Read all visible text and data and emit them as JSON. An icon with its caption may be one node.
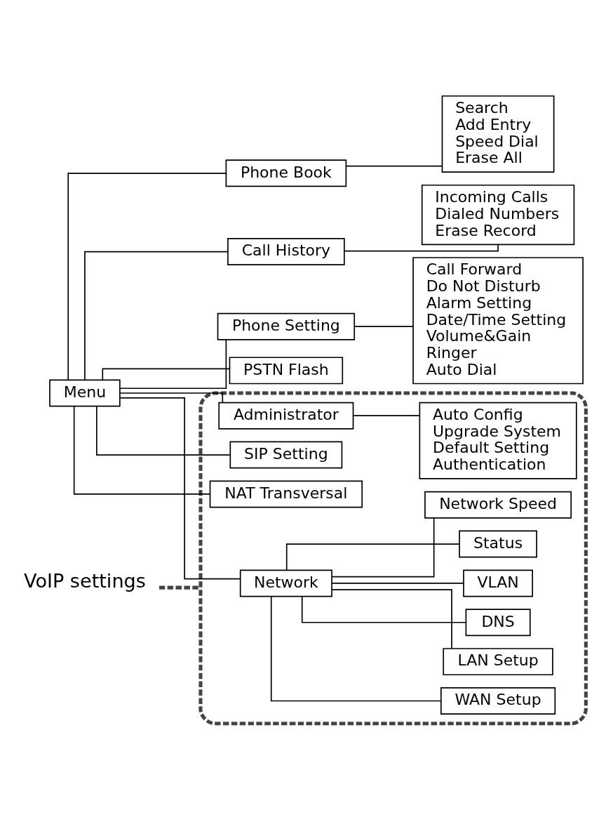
{
  "diagram": {
    "nodes": [
      {
        "text": [
          "Menu"
        ]
      },
      {
        "text": [
          "Phone Book"
        ]
      },
      {
        "text": [
          "Search",
          "Add Entry",
          "Speed Dial",
          "Erase All"
        ]
      },
      {
        "text": [
          "Call History"
        ]
      },
      {
        "text": [
          "Incoming Calls",
          "Dialed Numbers",
          "Erase Record"
        ]
      },
      {
        "text": [
          "Phone Setting"
        ]
      },
      {
        "text": [
          "Call Forward",
          "Do Not Disturb",
          "Alarm Setting",
          "Date/Time Setting",
          "Volume&Gain",
          "Ringer",
          "Auto Dial"
        ]
      },
      {
        "text": [],
        "shape": "box"
      },
      {
        "text": [
          "Network"
        ],
        "in": 7
      },
      {
        "text": [
          "WAN Setup"
        ],
        "in": 7
      },
      {
        "text": [
          "LAN Setup"
        ],
        "in": 7
      },
      {
        "text": [
          "DNS"
        ],
        "in": 7
      },
      {
        "text": [
          "VLAN"
        ],
        "in": 7
      },
      {
        "text": [
          "Status"
        ],
        "in": 7
      },
      {
        "text": [
          "Network Speed"
        ],
        "in": 7
      },
      {
        "text": [
          "SIP Setting"
        ],
        "in": 7
      },
      {
        "text": [
          "NAT Transversal"
        ],
        "in": 7
      },
      {
        "text": [
          "Administrator"
        ],
        "in": 7
      },
      {
        "text": [
          "Auto Config",
          "Upgrade System",
          "Default Setting",
          "Authentication"
        ],
        "in": 7
      },
      {
        "text": [
          "VoIP settings"
        ]
      },
      {
        "text": [
          "PSTN Flash"
        ]
      }
    ],
    "edges": [
      {
        "from": 0,
        "to": 1,
        "arrow": "none"
      },
      {
        "from": 0,
        "to": 3,
        "arrow": "none"
      },
      {
        "from": 0,
        "to": 5,
        "arrow": "none"
      },
      {
        "from": 0,
        "to": 8,
        "arrow": "none"
      },
      {
        "from": 0,
        "to": 15,
        "arrow": "none"
      },
      {
        "from": 0,
        "to": 16,
        "arrow": "none"
      },
      {
        "from": 0,
        "to": 17,
        "arrow": "none"
      },
      {
        "from": 0,
        "to": 20,
        "arrow": "none"
      },
      {
        "from": 1,
        "to": 2,
        "arrow": "none"
      },
      {
        "from": 3,
        "to": 4,
        "arrow": "none"
      },
      {
        "from": 5,
        "to": 6,
        "arrow": "none"
      },
      {
        "from": 8,
        "to": 9,
        "arrow": "none"
      },
      {
        "from": 8,
        "to": 10,
        "arrow": "none"
      },
      {
        "from": 8,
        "to": 11,
        "arrow": "none"
      },
      {
        "from": 8,
        "to": 12,
        "arrow": "none"
      },
      {
        "from": 8,
        "to": 13,
        "arrow": "none"
      },
      {
        "from": 8,
        "to": 14,
        "arrow": "none"
      },
      {
        "from": 17,
        "to": 18,
        "arrow": "none"
      },
      {
        "from": 19,
        "to": 7,
        "arrow": "none",
        "style": "dashed"
      }
    ]
  }
}
